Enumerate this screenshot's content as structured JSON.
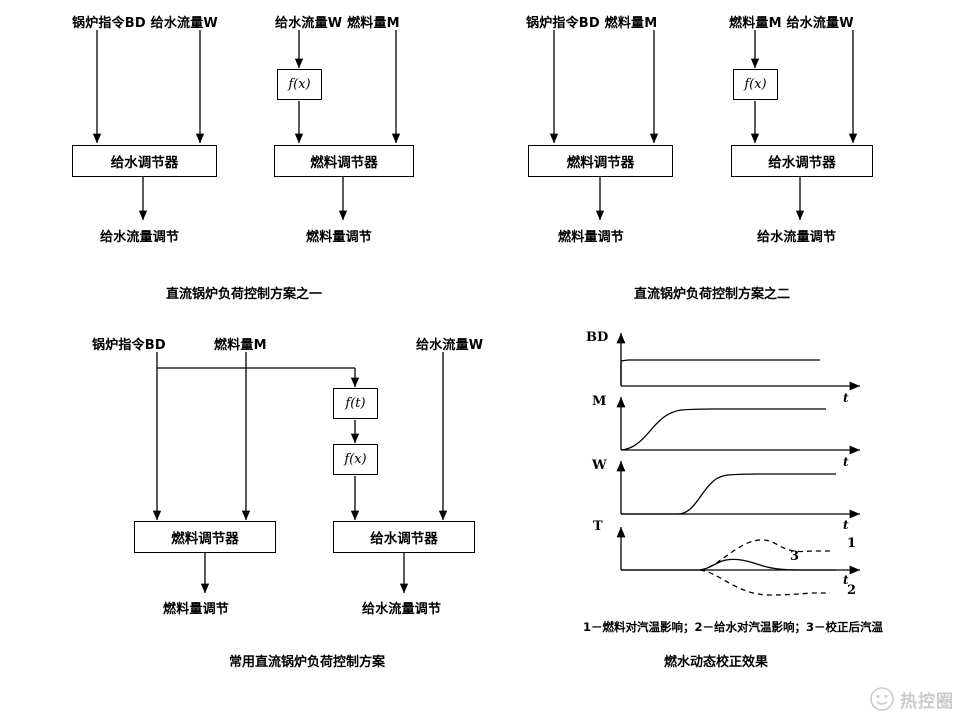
{
  "page": {
    "background": "#ffffff",
    "line_color": "#000000"
  },
  "diagram1": {
    "caption": "直流锅炉负荷控制方案之一",
    "left": {
      "inputs": [
        "锅炉指令BD",
        "给水流量W"
      ],
      "input_line": "锅炉指令BD  给水流量W",
      "regulator": "给水调节器",
      "output": "给水流量调节"
    },
    "right": {
      "inputs": [
        "给水流量W",
        "燃料量M"
      ],
      "input_line": "给水流量W  燃料量M",
      "function_block": "f(x)",
      "regulator": "燃料调节器",
      "output": "燃料量调节"
    }
  },
  "diagram2": {
    "caption": "直流锅炉负荷控制方案之二",
    "left": {
      "inputs": [
        "锅炉指令BD",
        "燃料量M"
      ],
      "input_line": "锅炉指令BD  燃料量M",
      "regulator": "燃料调节器",
      "output": "燃料量调节"
    },
    "right": {
      "inputs": [
        "燃料量M",
        "给水流量W"
      ],
      "input_line": "燃料量M   给水流量W",
      "function_block": "f(x)",
      "regulator": "给水调节器",
      "output": "给水流量调节"
    }
  },
  "diagram3": {
    "caption": "常用直流锅炉负荷控制方案",
    "inputs": [
      "锅炉指令BD",
      "燃料量M",
      "给水流量W"
    ],
    "function_blocks": [
      "f(t)",
      "f(x)"
    ],
    "left": {
      "regulator": "燃料调节器",
      "output": "燃料量调节"
    },
    "right": {
      "regulator": "给水调节器",
      "output": "给水流量调节"
    }
  },
  "chart_panel": {
    "caption": "燃水动态校正效果",
    "legend_text": "1－燃料对汽温影响；2－给水对汽温影响；3－校正后汽温",
    "legend_items": [
      {
        "id": "1",
        "label": "燃料对汽温影响"
      },
      {
        "id": "2",
        "label": "给水对汽温影响"
      },
      {
        "id": "3",
        "label": "校正后汽温"
      }
    ]
  },
  "chart_data": {
    "type": "line",
    "title": "燃水动态校正效果",
    "xlabel": "t",
    "grid": false,
    "legend_position": "below",
    "panels": [
      {
        "ylabel": "BD",
        "xlim": [
          0,
          1
        ],
        "ylim": [
          0,
          1
        ],
        "series": [
          {
            "name": "BD",
            "style": "solid",
            "x": [
              0.0,
              0.0,
              0.02,
              0.3,
              0.6,
              0.82
            ],
            "y": [
              0.0,
              0.72,
              0.74,
              0.74,
              0.74,
              0.74
            ]
          }
        ]
      },
      {
        "ylabel": "M",
        "xlim": [
          0,
          1
        ],
        "ylim": [
          0,
          1
        ],
        "series": [
          {
            "name": "M",
            "style": "solid",
            "x": [
              0.0,
              0.05,
              0.12,
              0.18,
              0.24,
              0.3,
              0.5,
              0.7,
              0.84
            ],
            "y": [
              0.0,
              0.05,
              0.28,
              0.56,
              0.7,
              0.73,
              0.73,
              0.72,
              0.72
            ]
          }
        ]
      },
      {
        "ylabel": "W",
        "xlim": [
          0,
          1
        ],
        "ylim": [
          0,
          1
        ],
        "series": [
          {
            "name": "W",
            "style": "solid",
            "x": [
              0.0,
              0.24,
              0.3,
              0.36,
              0.42,
              0.48,
              0.56,
              0.7,
              0.86
            ],
            "y": [
              0.0,
              0.0,
              0.06,
              0.32,
              0.62,
              0.72,
              0.73,
              0.72,
              0.72
            ]
          }
        ]
      },
      {
        "ylabel": "T",
        "xlim": [
          0,
          1
        ],
        "ylim": [
          -1,
          1
        ],
        "series": [
          {
            "name": "1",
            "label": "1",
            "style": "dashed",
            "x": [
              0.0,
              0.34,
              0.4,
              0.48,
              0.58,
              0.68,
              0.78,
              0.88
            ],
            "y": [
              0.0,
              0.0,
              0.1,
              0.34,
              0.56,
              0.68,
              0.71,
              0.7
            ]
          },
          {
            "name": "2",
            "label": "2",
            "style": "dashed",
            "x": [
              0.0,
              0.34,
              0.4,
              0.48,
              0.58,
              0.68,
              0.78,
              0.88
            ],
            "y": [
              0.0,
              0.0,
              -0.1,
              -0.34,
              -0.56,
              -0.68,
              -0.71,
              -0.7
            ]
          },
          {
            "name": "3",
            "label": "3",
            "style": "solid",
            "x": [
              0.0,
              0.34,
              0.42,
              0.5,
              0.58,
              0.66,
              0.76,
              0.88
            ],
            "y": [
              0.0,
              0.0,
              0.1,
              0.15,
              0.13,
              0.06,
              0.01,
              0.0
            ]
          }
        ]
      }
    ]
  },
  "watermark": {
    "text": "热控圈",
    "icon": "smiley-face-icon"
  }
}
